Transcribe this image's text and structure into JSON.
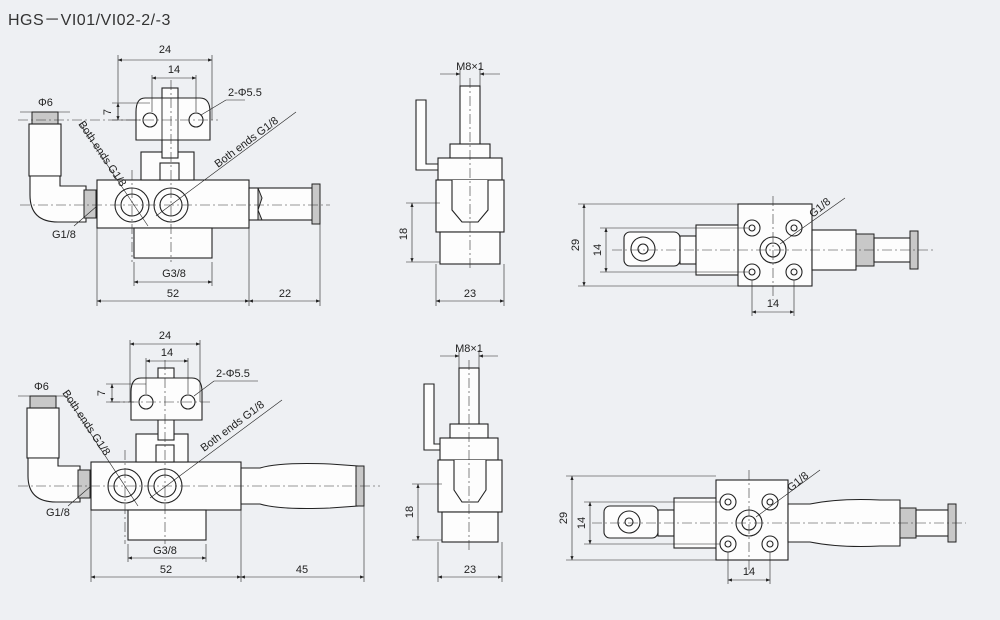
{
  "title": "HGS－VI01/VI02-2/-3",
  "top": {
    "front": {
      "d24": "24",
      "d14": "14",
      "d7": "7",
      "holes": "2-Φ5.5",
      "phi6": "Φ6",
      "both_ends_left": "Both ends G1/8",
      "both_ends_right": "Both ends G1/8",
      "g18": "G1/8",
      "g38": "G3/8",
      "d52": "52",
      "d22": "22"
    },
    "side": {
      "m8": "M8×1",
      "d18": "18",
      "d23": "23"
    },
    "plan": {
      "d29": "29",
      "d14v": "14",
      "g18": "G1/8",
      "d14h": "14"
    }
  },
  "bottom": {
    "front": {
      "d24": "24",
      "d14": "14",
      "d7": "7",
      "holes": "2-Φ5.5",
      "phi6": "Φ6",
      "both_ends_left": "Both ends G1/8",
      "both_ends_right": "Both ends G1/8",
      "g18": "G1/8",
      "g38": "G3/8",
      "d52": "52",
      "d45": "45"
    },
    "side": {
      "m8": "M8×1",
      "d18": "18",
      "d23": "23"
    },
    "plan": {
      "d29": "29",
      "d14v": "14",
      "g18": "G1/8",
      "d14h": "14"
    }
  }
}
